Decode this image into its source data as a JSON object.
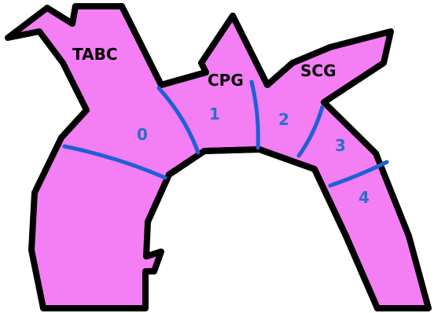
{
  "colors": {
    "vessel_fill": "#f47ef4",
    "outline": "#000000",
    "boundary": "#1f5fd6",
    "segment_text": "#2a6fc4",
    "branch_text": "#000000",
    "background": "#ffffff"
  },
  "branches": {
    "tabc": "TABC",
    "cpg": "CPG",
    "scg": "SCG"
  },
  "segments": {
    "s0": "0",
    "s1": "1",
    "s2": "2",
    "s3": "3",
    "s4": "4"
  }
}
